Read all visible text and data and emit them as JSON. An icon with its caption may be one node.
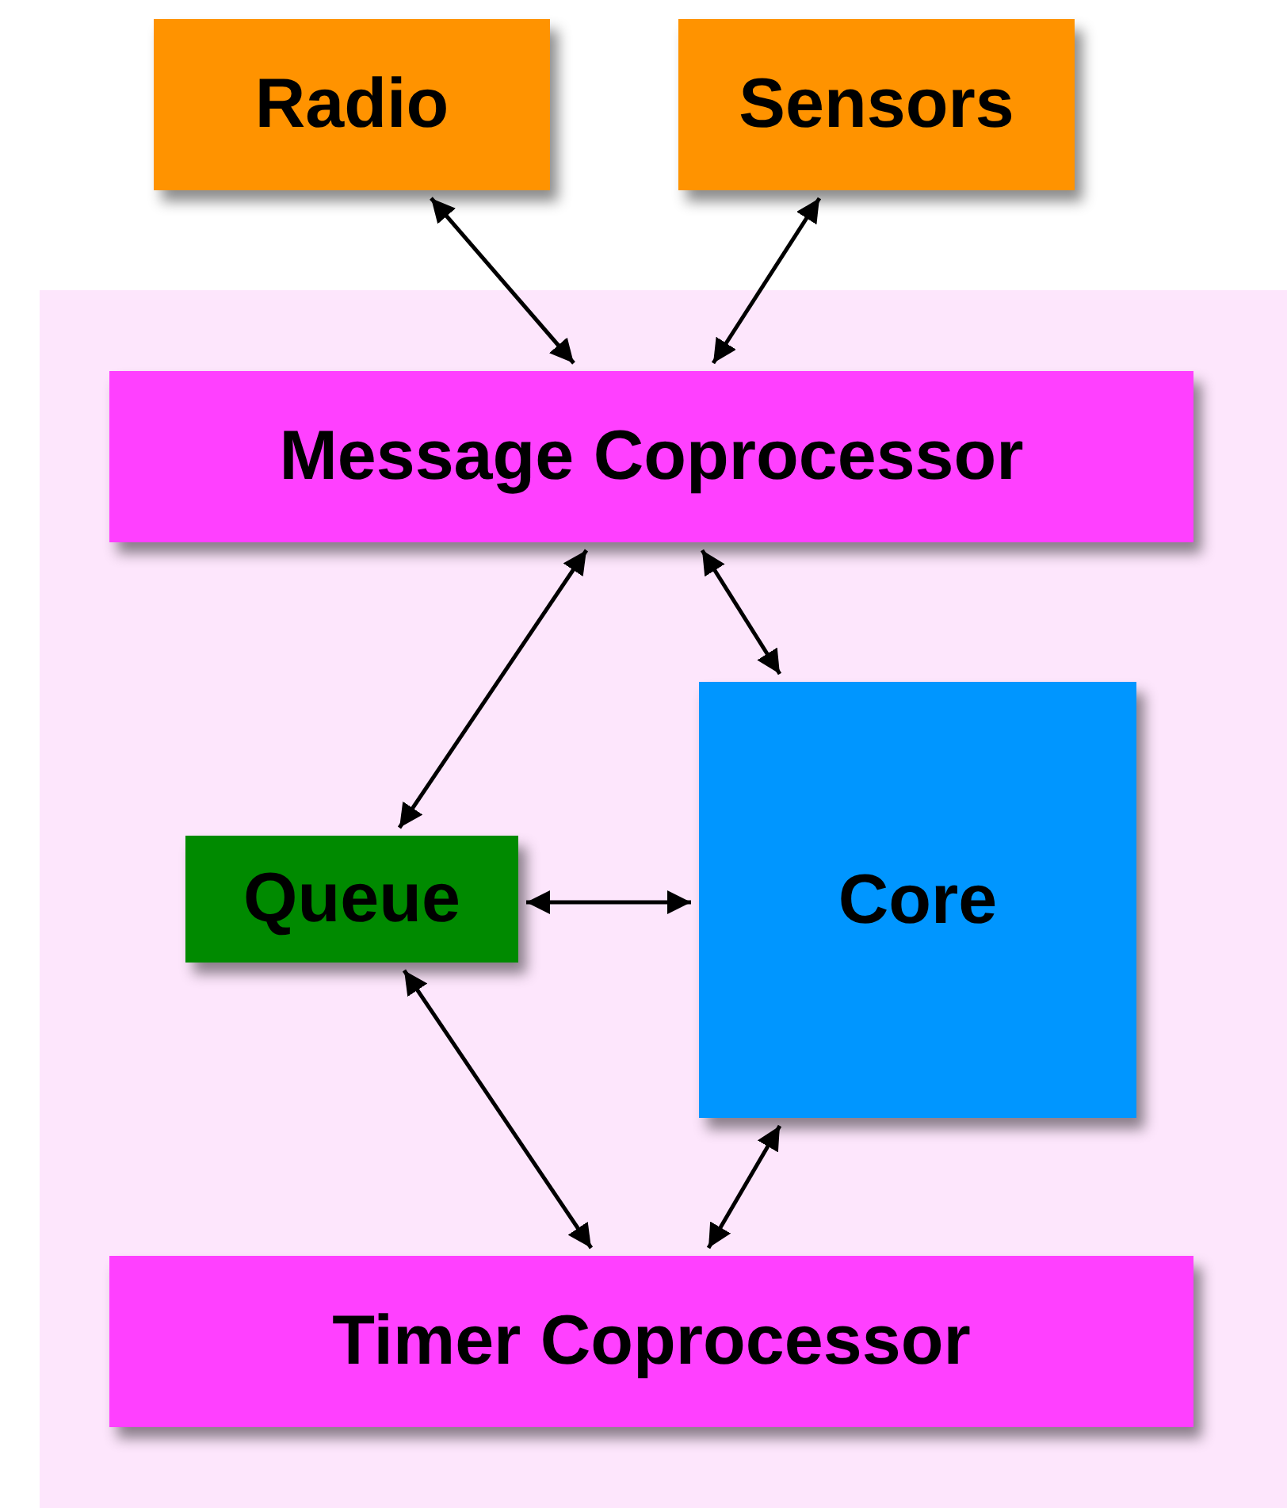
{
  "diagram": {
    "nodes": [
      {
        "text": [
          "Radio"
        ]
      },
      {
        "text": [
          "Sensors"
        ]
      },
      {
        "text": [],
        "shape": "box"
      },
      {
        "text": [
          "Message Coprocessor"
        ],
        "in": 2
      },
      {
        "text": [
          "Queue"
        ],
        "in": 2
      },
      {
        "text": [
          "Core"
        ],
        "in": 2
      },
      {
        "text": [
          "Timer Coprocessor"
        ],
        "in": 2
      }
    ],
    "edges": [
      {
        "from": 0,
        "to": 3,
        "arrow": "both"
      },
      {
        "from": 1,
        "to": 3,
        "arrow": "both"
      },
      {
        "from": 3,
        "to": 4,
        "arrow": "both"
      },
      {
        "from": 3,
        "to": 5,
        "arrow": "both"
      },
      {
        "from": 4,
        "to": 5,
        "arrow": "both"
      },
      {
        "from": 4,
        "to": 6,
        "arrow": "both"
      },
      {
        "from": 5,
        "to": 6,
        "arrow": "both"
      }
    ]
  }
}
